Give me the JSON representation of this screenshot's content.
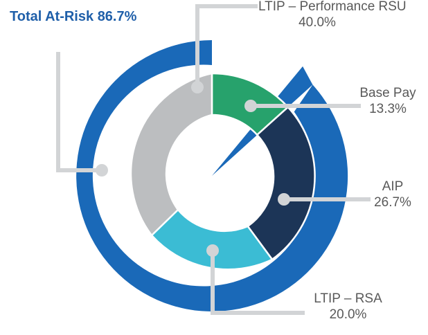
{
  "chart_data": {
    "type": "pie",
    "title": "",
    "subtitle": "",
    "xlabel": "",
    "ylabel": "",
    "legend_position": "callout-labels",
    "grid": false,
    "rings": [
      {
        "name": "pay-mix-inner-donut",
        "categories": [
          "Base Pay",
          "AIP",
          "LTIP – RSA",
          "LTIP – Performance RSU"
        ],
        "values": [
          13.3,
          26.7,
          20.0,
          40.0
        ],
        "value_labels": [
          "13.3%",
          "26.7%",
          "20.0%",
          "40.0%"
        ],
        "colors": [
          "#27A26C",
          "#1C3557",
          "#3BBCD4",
          "#BCBEC0"
        ],
        "start_angle_deg": 0,
        "direction": "clockwise"
      },
      {
        "name": "total-at-risk-outer-ring",
        "categories": [
          "Total At-Risk"
        ],
        "values": [
          86.7
        ],
        "value_labels": [
          "86.7%"
        ],
        "colors": [
          "#1A69B8"
        ],
        "start_angle_deg": 47.88,
        "direction": "clockwise"
      }
    ]
  },
  "labels": {
    "performance_rsu": {
      "name": "LTIP – Performance RSU",
      "value": "40.0%"
    },
    "base_pay": {
      "name": "Base Pay",
      "value": "13.3%"
    },
    "aip": {
      "name": "AIP",
      "value": "26.7%"
    },
    "ltip_rsa": {
      "name": "LTIP – RSA",
      "value": "20.0%"
    },
    "total_at_risk": {
      "name": "Total At-Risk",
      "value": "86.7%"
    }
  },
  "colors": {
    "base_pay": "#27A26C",
    "aip": "#1C3557",
    "ltip_rsa": "#3BBCD4",
    "performance_rsu": "#BCBEC0",
    "total_at_risk": "#1A69B8",
    "leader_line": "#D2D4D6",
    "label_text": "#595959",
    "at_risk_text": "#1F5FA9"
  }
}
